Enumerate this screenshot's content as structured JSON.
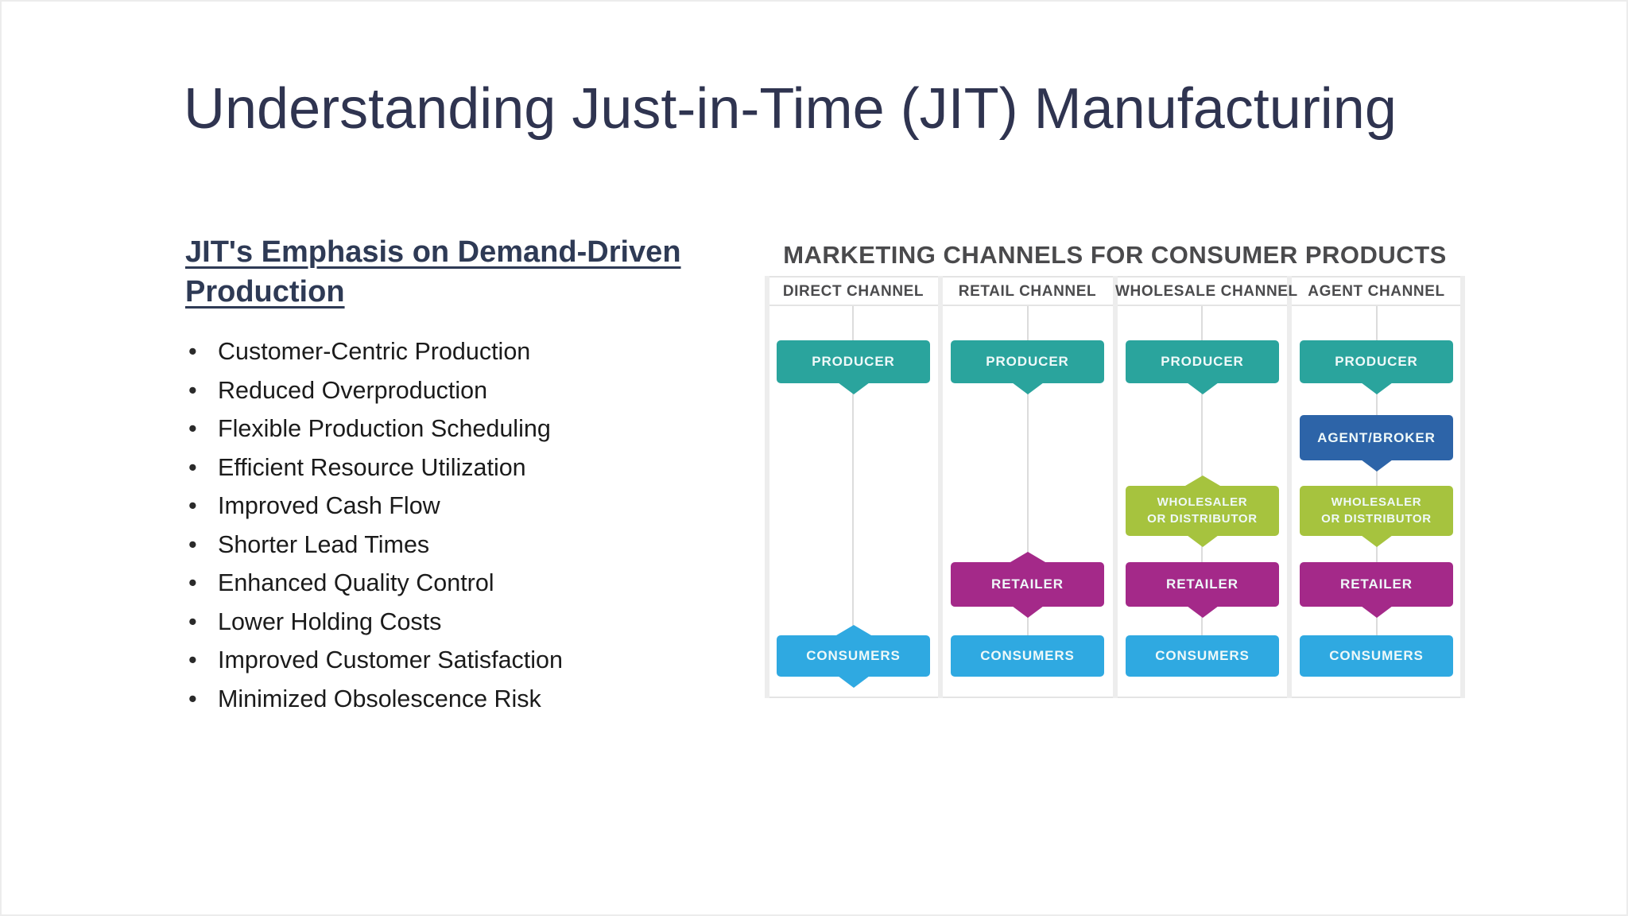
{
  "slide": {
    "title": "Understanding Just-in-Time (JIT) Manufacturing",
    "section": {
      "heading": "JIT's Emphasis on Demand-Driven\nProduction",
      "bullets": [
        "Customer-Centric Production",
        "Reduced Overproduction",
        "Flexible Production Scheduling",
        "Efficient Resource Utilization",
        "Improved Cash Flow",
        "Shorter Lead Times",
        "Enhanced Quality Control",
        "Lower Holding Costs",
        "Improved Customer Satisfaction",
        "Minimized Obsolescence Risk"
      ]
    }
  },
  "diagram": {
    "title": "MARKETING CHANNELS FOR CONSUMER PRODUCTS",
    "columns": [
      {
        "header": "DIRECT CHANNEL",
        "boxes": [
          {
            "label": "PRODUCER"
          },
          {
            "label": "CONSUMERS"
          }
        ]
      },
      {
        "header": "RETAIL CHANNEL",
        "boxes": [
          {
            "label": "PRODUCER"
          },
          {
            "label": "RETAILER"
          },
          {
            "label": "CONSUMERS"
          }
        ]
      },
      {
        "header": "WHOLESALE CHANNEL",
        "boxes": [
          {
            "label": "PRODUCER"
          },
          {
            "label": "WHOLESALER\nOR DISTRIBUTOR"
          },
          {
            "label": "RETAILER"
          },
          {
            "label": "CONSUMERS"
          }
        ]
      },
      {
        "header": "AGENT CHANNEL",
        "boxes": [
          {
            "label": "PRODUCER"
          },
          {
            "label": "AGENT/BROKER"
          },
          {
            "label": "WHOLESALER\nOR DISTRIBUTOR"
          },
          {
            "label": "RETAILER"
          },
          {
            "label": "CONSUMERS"
          }
        ]
      }
    ],
    "colors": {
      "producer": "#2AA49D",
      "agent_broker": "#2D64A8",
      "wholesaler": "#A6C33E",
      "retailer": "#A42989",
      "consumers": "#2FA9E1",
      "header_text": "#4B4B4D",
      "grid_line": "#E4E4E4",
      "title_text": "#2F3450"
    }
  }
}
